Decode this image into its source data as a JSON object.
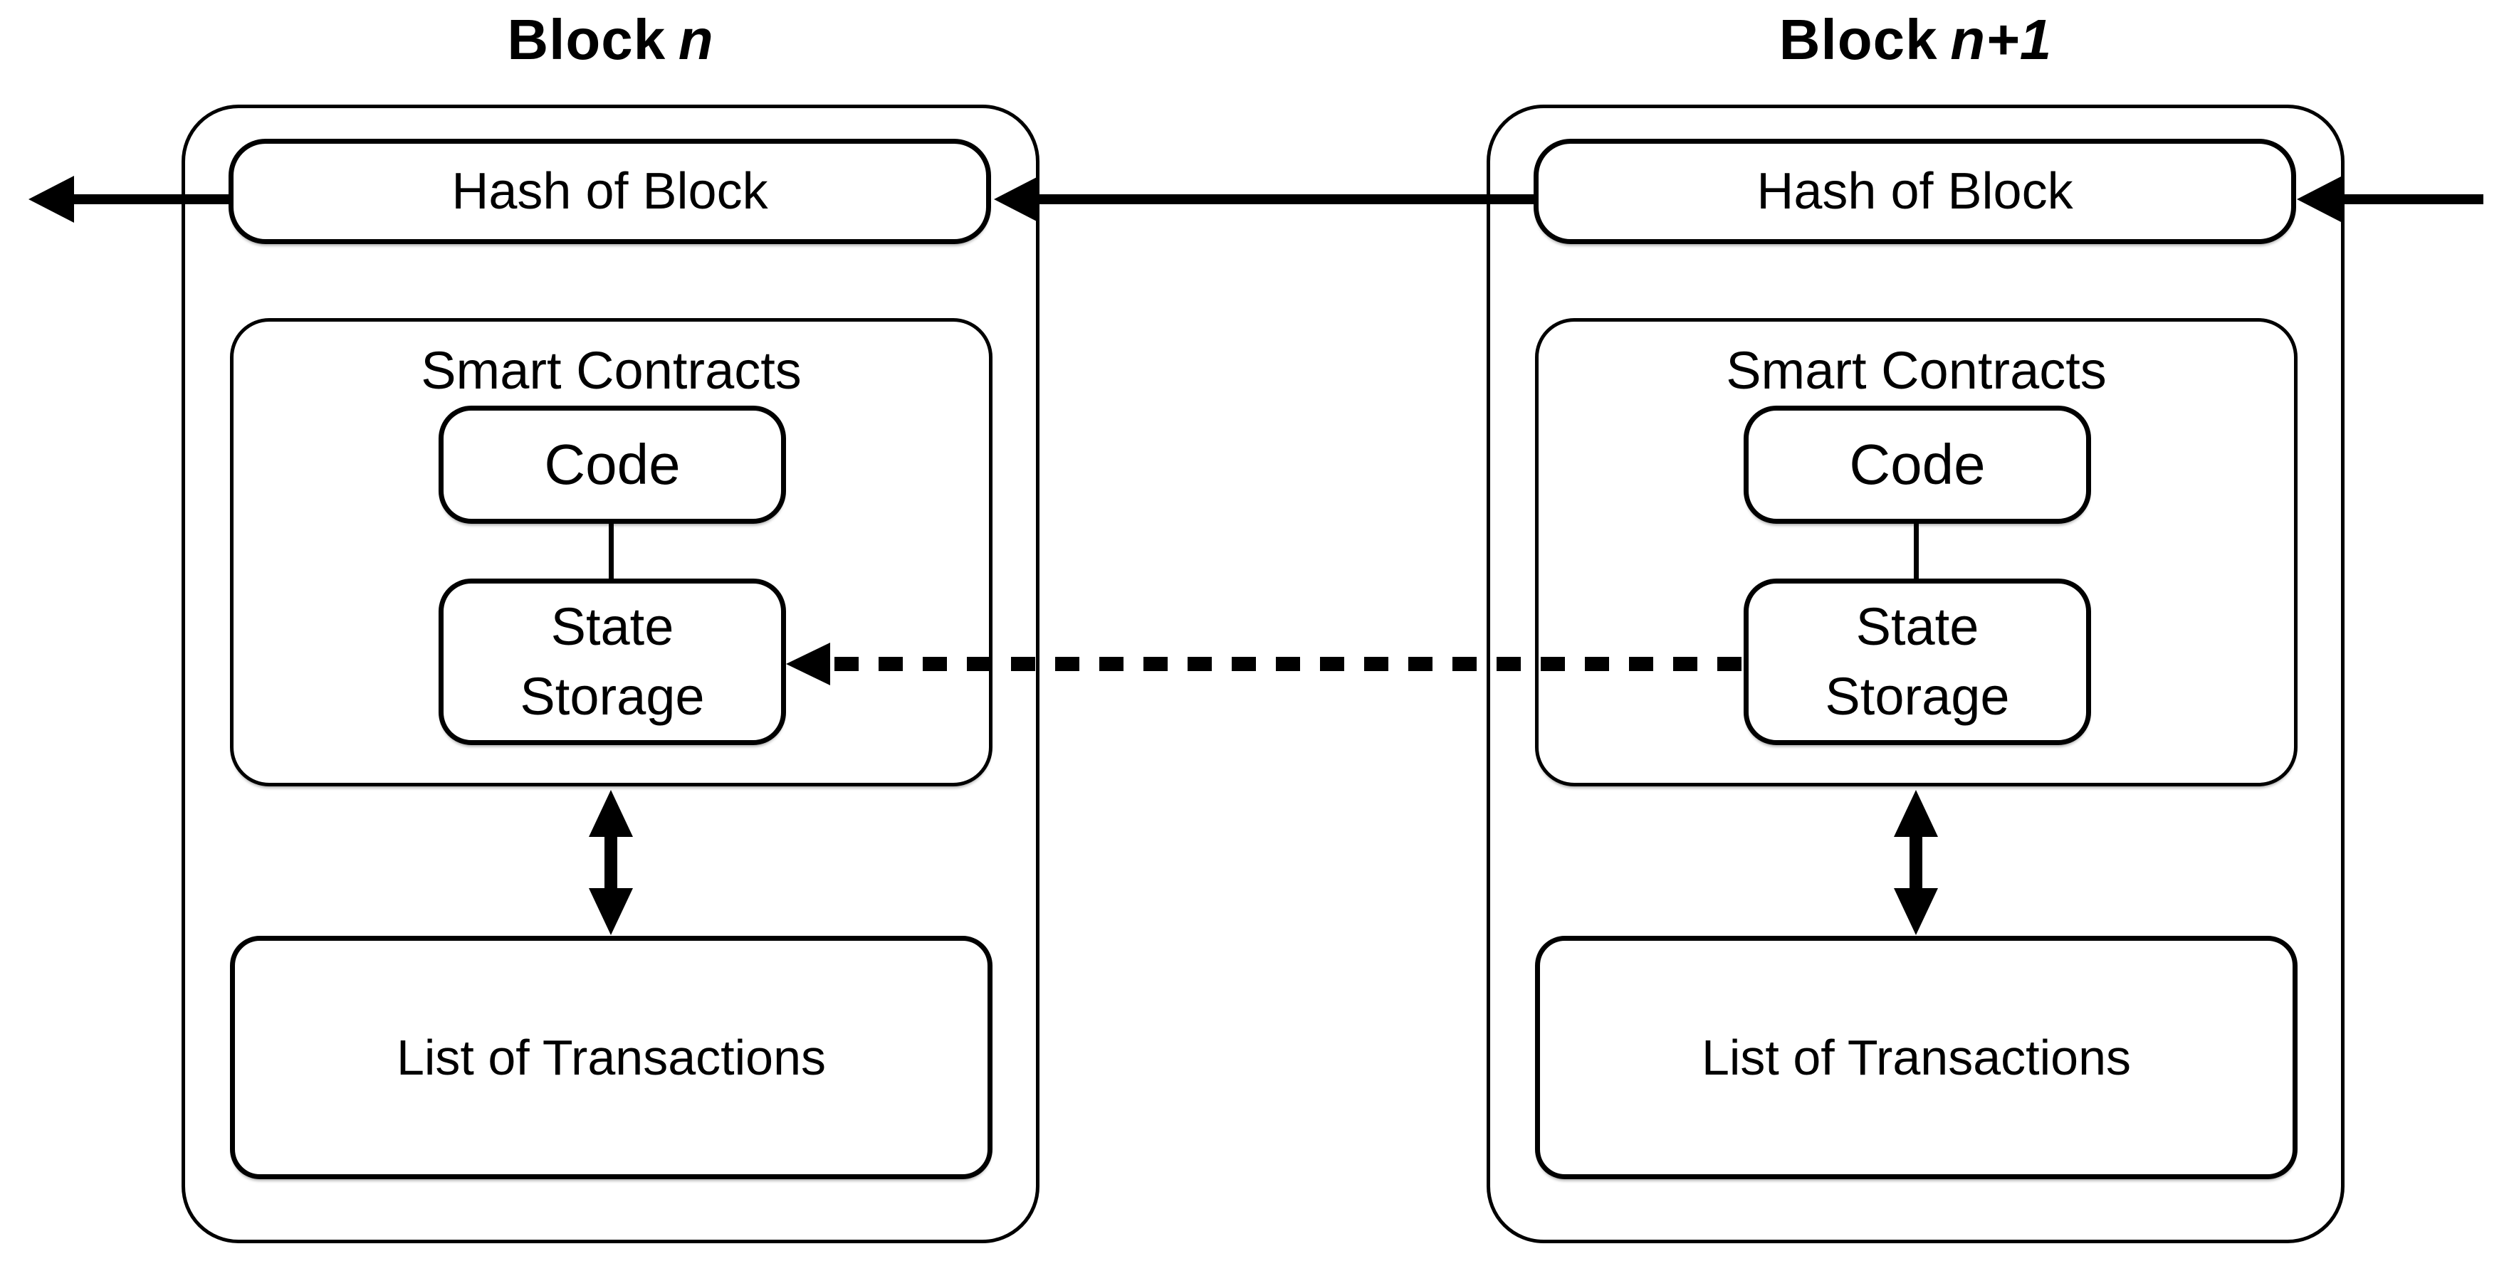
{
  "page": {
    "background": "#ffffff",
    "ink": "#000000"
  },
  "blocks": [
    {
      "title_prefix": "Block",
      "title_index": "n",
      "hash_label": "Hash of Block",
      "smart_contracts": {
        "label": "Smart Contracts",
        "code_label": "Code",
        "state_line1": "State",
        "state_line2": "Storage"
      },
      "transactions_label": "List of Transactions"
    },
    {
      "title_prefix": "Block",
      "title_index": "n+1",
      "hash_label": "Hash of Block",
      "smart_contracts": {
        "label": "Smart Contracts",
        "code_label": "Code",
        "state_line1": "State",
        "state_line2": "Storage"
      },
      "transactions_label": "List of Transactions"
    }
  ],
  "connections": [
    {
      "id": "hash-pointer-out-left",
      "from": "block-n hash",
      "to": "off-canvas-left (previous block)",
      "style": "solid-arrow"
    },
    {
      "id": "hash-pointer-n1-to-n",
      "from": "block-n+1 hash",
      "to": "block-n hash",
      "style": "solid-arrow"
    },
    {
      "id": "hash-pointer-in-right",
      "from": "off-canvas-right (next block)",
      "to": "block-n+1 hash",
      "style": "solid-arrow"
    },
    {
      "id": "state-storage-reference",
      "from": "block-n+1 state storage",
      "to": "block-n state storage",
      "style": "dashed-arrow"
    },
    {
      "id": "contracts-transactions-exchange-n",
      "between": "block-n smart contracts and list of transactions",
      "style": "double-headed-arrow"
    },
    {
      "id": "contracts-transactions-exchange-n1",
      "between": "block-n+1 smart contracts and list of transactions",
      "style": "double-headed-arrow"
    }
  ]
}
